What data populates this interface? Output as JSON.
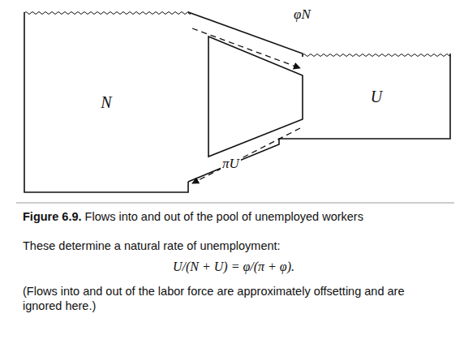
{
  "diagram": {
    "title": "Figure 6.9.",
    "caption": "Flows into and out of the pool of unemployed workers",
    "nodes": [
      {
        "text": [
          "N"
        ]
      },
      {
        "text": [
          "U"
        ]
      }
    ],
    "edges": [
      {
        "from": 0,
        "to": 1,
        "label": "φN",
        "arrow": "to"
      },
      {
        "from": 1,
        "to": 0,
        "label": "πU",
        "arrow": "to"
      }
    ],
    "labels": [
      "These determine a natural rate of unemployment:",
      "U/(N + U) = φ/(π + φ).",
      "(Flows into and out of the labor force are approximately offsetting and are ignored here.)"
    ]
  }
}
